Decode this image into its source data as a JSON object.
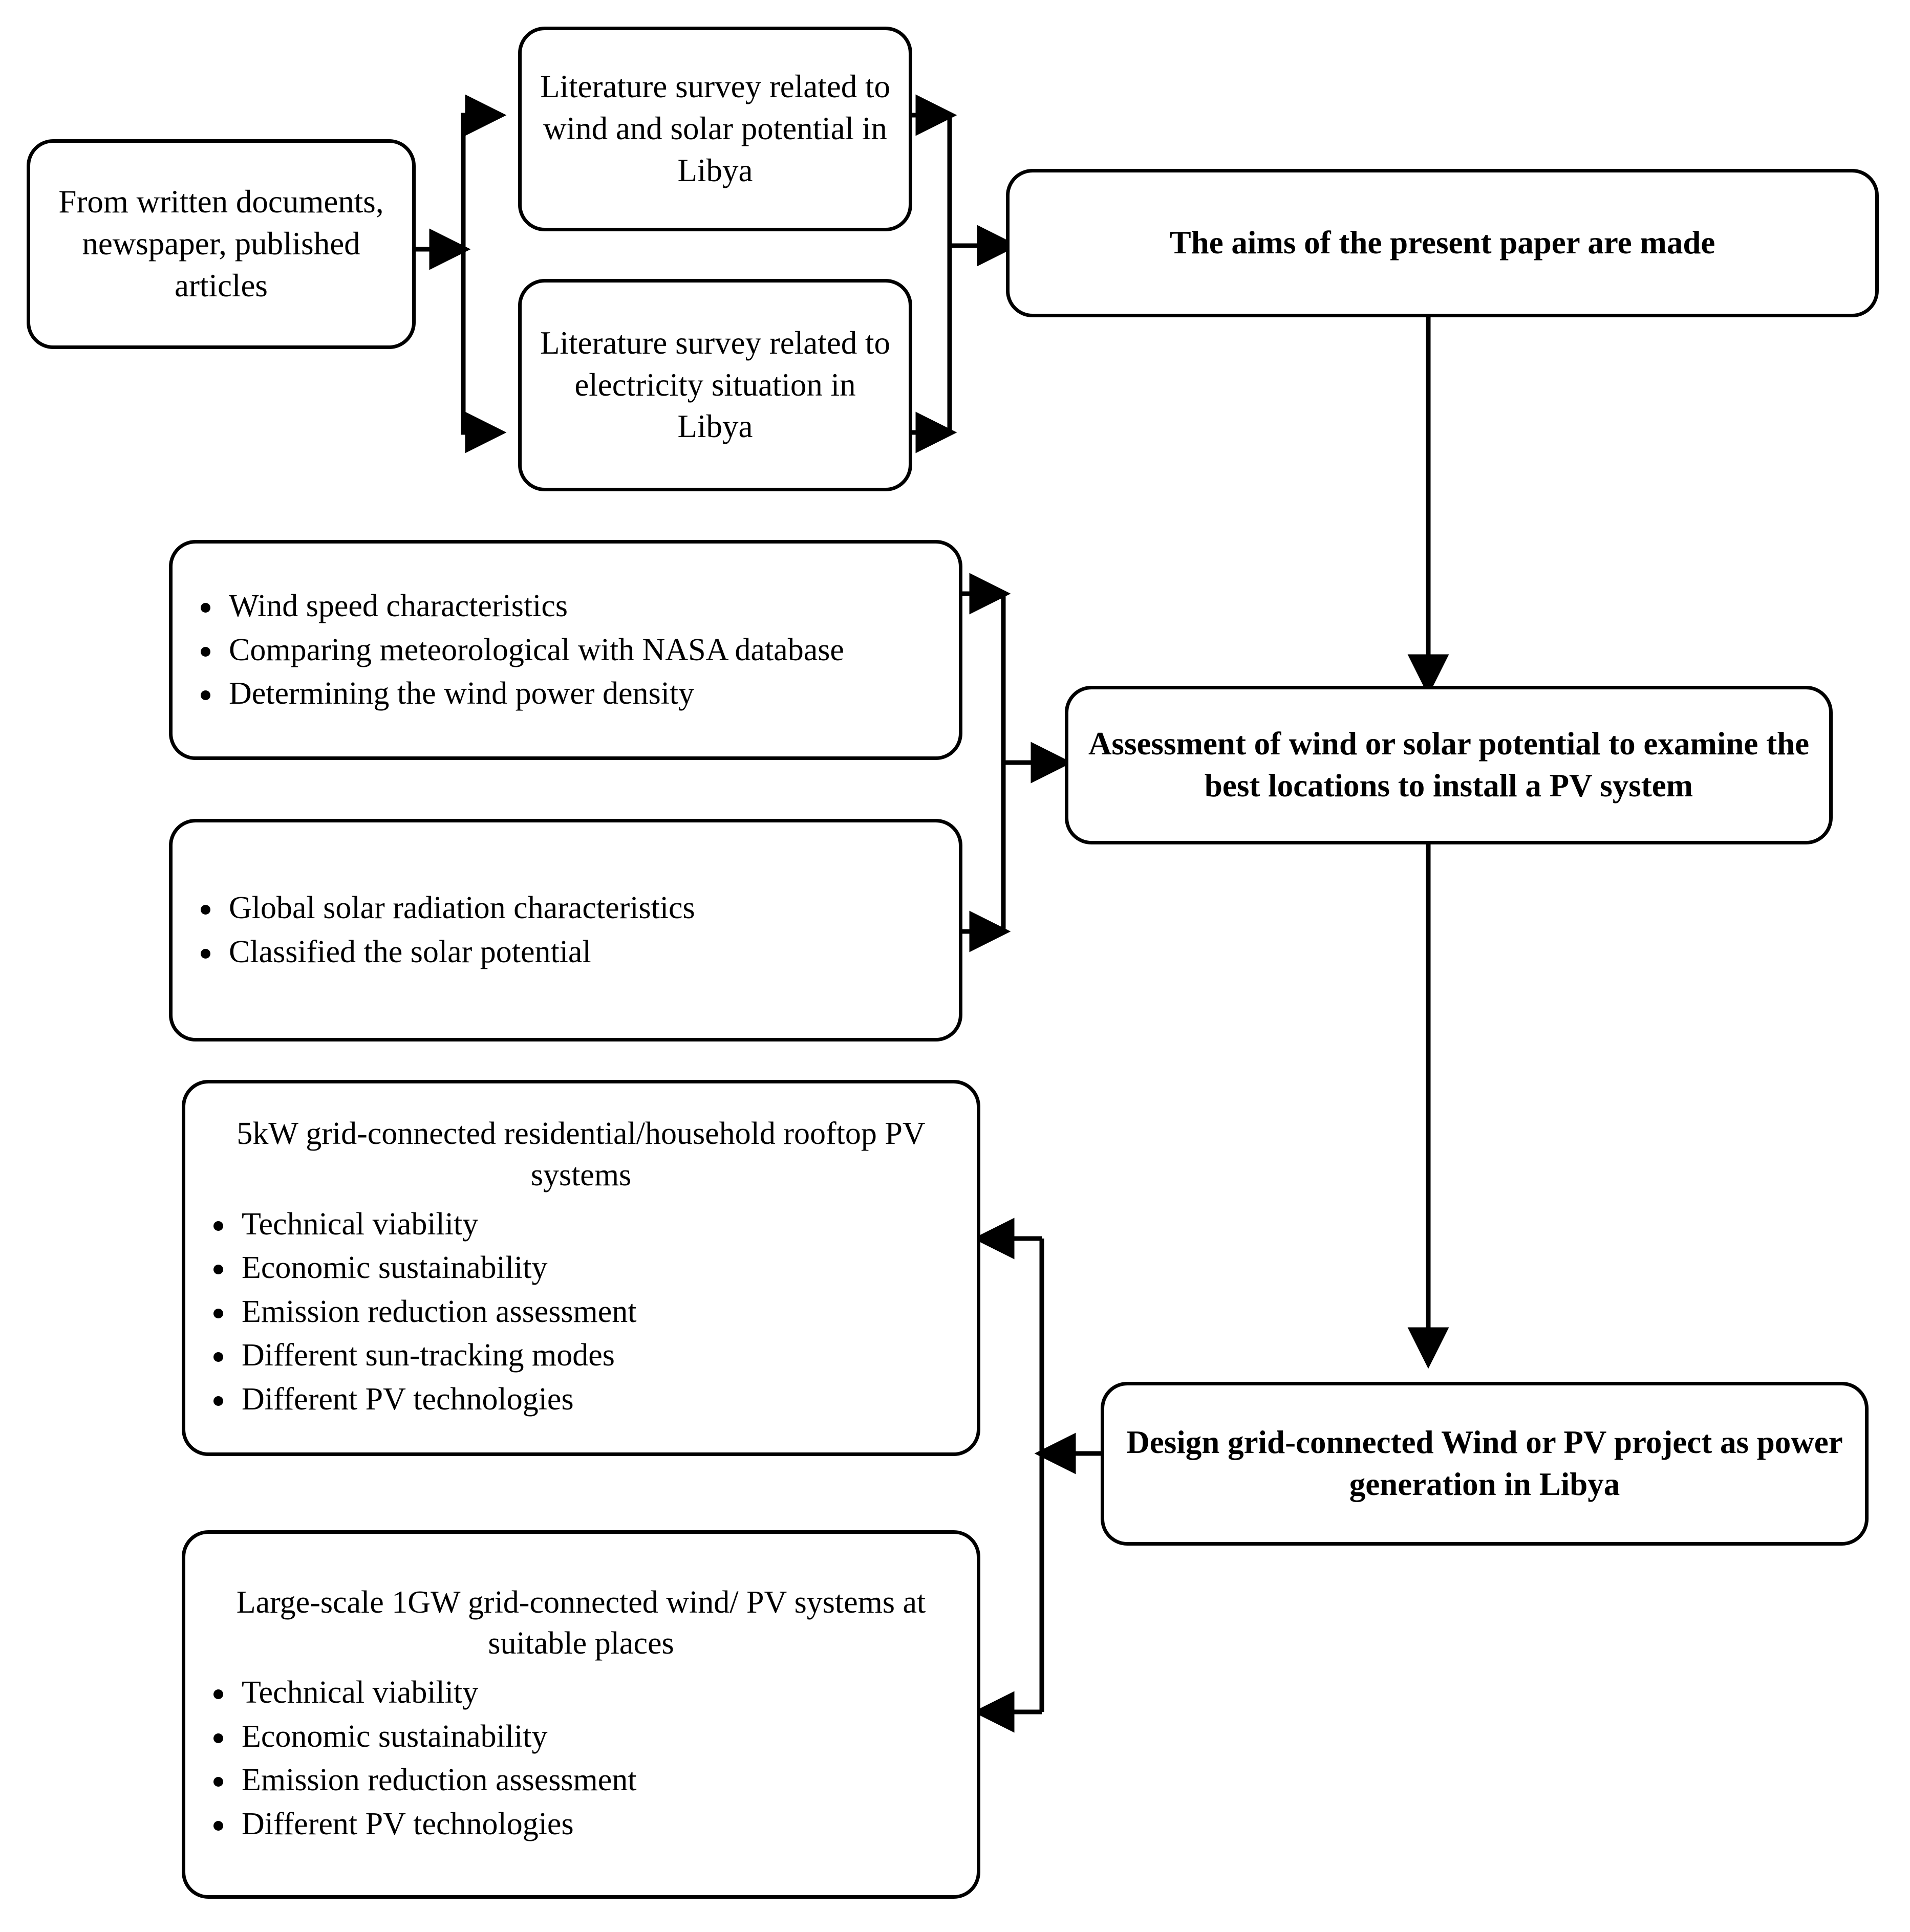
{
  "diagram": {
    "title": "Research methodology flowchart",
    "nodes": {
      "source": {
        "name": "source-box",
        "text": "From written documents, newspaper, published articles"
      },
      "lit_wind_solar": {
        "name": "literature-wind-solar-box",
        "text": "Literature survey related to wind and solar potential in Libya"
      },
      "lit_electricity": {
        "name": "literature-electricity-box",
        "text": "Literature survey related to electricity situation in Libya"
      },
      "aims": {
        "name": "aims-box",
        "text": "The aims of the present paper are made"
      },
      "wind_char": {
        "name": "wind-characteristics-box",
        "bullets": [
          "Wind speed characteristics",
          "Comparing meteorological with NASA database",
          "Determining the wind power density"
        ]
      },
      "solar_char": {
        "name": "solar-characteristics-box",
        "bullets": [
          "Global solar radiation characteristics",
          "Classified the solar potential"
        ]
      },
      "assessment": {
        "name": "assessment-box",
        "text": "Assessment of wind or solar potential to examine the best locations to install a PV system"
      },
      "design": {
        "name": "design-box",
        "text": "Design grid-connected Wind or PV project as power generation in Libya"
      },
      "residential": {
        "name": "residential-pv-box",
        "header": "5kW grid-connected residential/household rooftop PV systems",
        "bullets": [
          "Technical viability",
          "Economic sustainability",
          "Emission reduction assessment",
          "Different sun-tracking modes",
          "Different PV technologies"
        ]
      },
      "largescale": {
        "name": "large-scale-box",
        "header": "Large-scale 1GW grid-connected wind/ PV systems at suitable places",
        "bullets": [
          "Technical viability",
          "Economic sustainability",
          "Emission reduction assessment",
          "Different PV technologies"
        ]
      }
    },
    "colors": {
      "stroke": "#000000",
      "background": "#ffffff"
    }
  }
}
